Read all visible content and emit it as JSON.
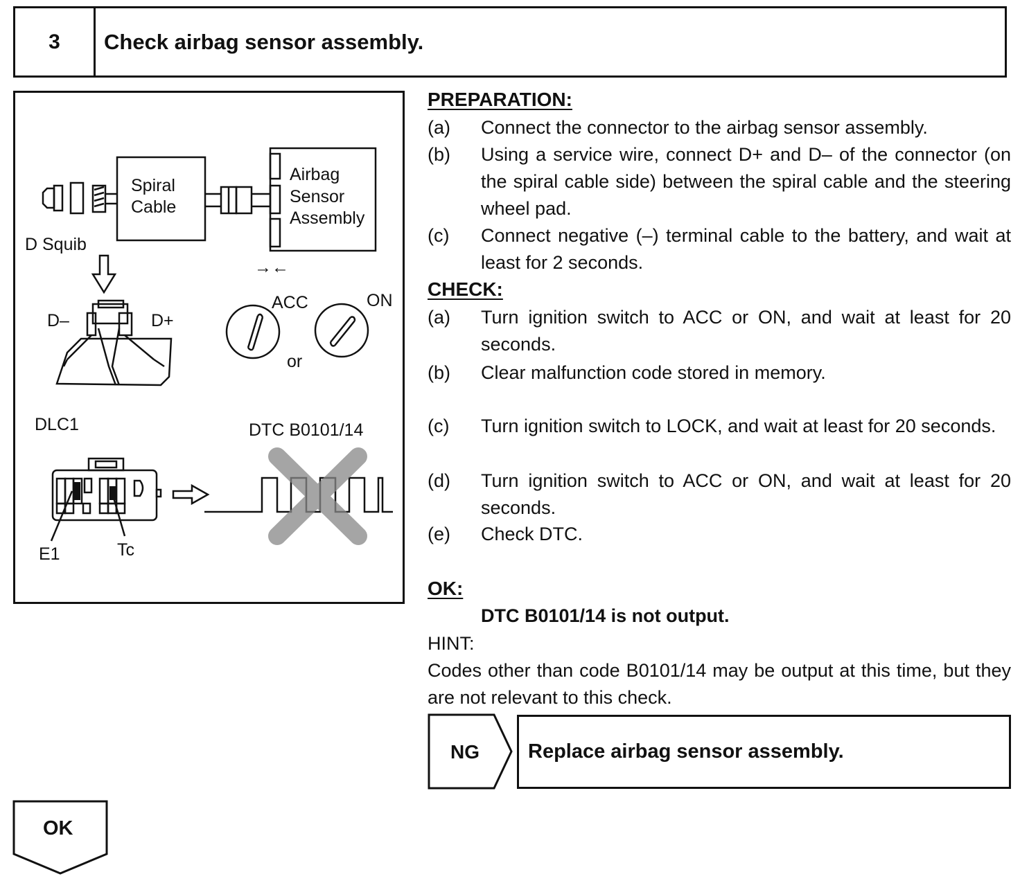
{
  "step": {
    "number": "3",
    "title": "Check airbag sensor assembly."
  },
  "figure": {
    "spiral_cable": [
      "Spiral",
      "Cable"
    ],
    "sensor_assembly": [
      "Airbag",
      "Sensor",
      "Assembly"
    ],
    "d_squib": "D Squib",
    "arrows_in": "→←",
    "d_minus": "D–",
    "d_plus": "D+",
    "acc": "ACC",
    "on": "ON",
    "or": "or",
    "dlc1": "DLC1",
    "dtc": "DTC B0101/14",
    "e1": "E1",
    "tc": "Tc"
  },
  "preparation": {
    "heading": "PREPARATION:",
    "items": [
      {
        "label": "(a)",
        "text": "Connect the connector to the airbag sensor assembly."
      },
      {
        "label": "(b)",
        "text": "Using a service wire, connect D+ and D– of the connector (on the spiral cable side) between the spiral cable and the steering wheel pad."
      },
      {
        "label": "(c)",
        "text": "Connect negative (–) terminal cable to the battery, and wait at least for 2 seconds."
      }
    ]
  },
  "check": {
    "heading": "CHECK:",
    "items": [
      {
        "label": "(a)",
        "text": "Turn ignition switch to ACC or ON, and wait at least for 20 seconds."
      },
      {
        "label": "(b)",
        "text": "Clear malfunction code stored in memory."
      },
      {
        "label": "(c)",
        "text": "Turn ignition switch to LOCK, and wait at least for 20 seconds."
      },
      {
        "label": "(d)",
        "text": "Turn ignition switch to ACC or ON, and wait at least for 20 seconds."
      },
      {
        "label": "(e)",
        "text": "Check DTC."
      }
    ]
  },
  "ok": {
    "heading": "OK:",
    "result": "DTC B0101/14 is not output."
  },
  "hint": {
    "label": "HINT:",
    "text": "Codes other than code B0101/14 may be output at this time, but they are not relevant to this check."
  },
  "ng": {
    "label": "NG",
    "action": "Replace airbag sensor assembly."
  },
  "next": {
    "label": "OK"
  }
}
